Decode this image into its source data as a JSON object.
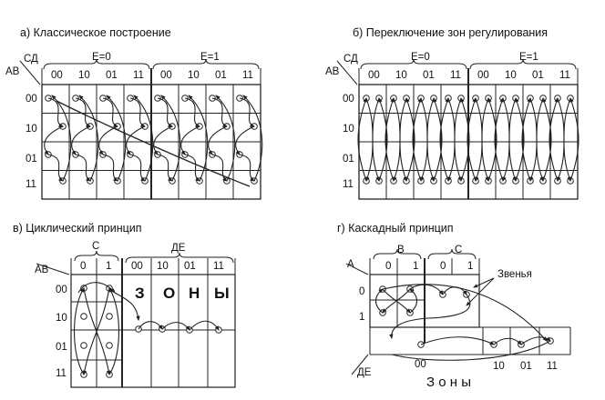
{
  "panel_a": {
    "title": "а) Классическое построение",
    "corner_top": "СД",
    "corner_left": "АВ",
    "group_left": "E=0",
    "group_right": "E=1",
    "cols": [
      "00",
      "10",
      "01",
      "11",
      "00",
      "10",
      "01",
      "11"
    ],
    "rows": [
      "00",
      "10",
      "01",
      "11"
    ]
  },
  "panel_b": {
    "title": "б) Переключение зон регулирования",
    "corner_top": "СД",
    "corner_left": "АВ",
    "group_left": "E=0",
    "group_right": "E=1",
    "cols": [
      "00",
      "10",
      "01",
      "11",
      "00",
      "10",
      "01",
      "11"
    ],
    "rows": [
      "00",
      "10",
      "01",
      "11"
    ]
  },
  "panel_c": {
    "title": "в) Циклический принцип",
    "corner_left": "АВ",
    "group_c": "С",
    "group_de": "ДЕ",
    "cols_c": [
      "0",
      "1"
    ],
    "cols_de": [
      "00",
      "10",
      "01",
      "11"
    ],
    "rows": [
      "00",
      "10",
      "01",
      "11"
    ],
    "zones_letters": [
      "З",
      "О",
      "Н",
      "Ы"
    ]
  },
  "panel_d": {
    "title": "г) Каскадный принцип",
    "corner_left": "А",
    "corner_bottom": "ДЕ",
    "group_b": "В",
    "group_c": "С",
    "cols_b": [
      "0",
      "1"
    ],
    "cols_c": [
      "0",
      "1"
    ],
    "rows": [
      "0",
      "1"
    ],
    "links_label": "Звенья",
    "bottom_labels": [
      "00",
      "10",
      "01",
      "11"
    ],
    "zones_word": "З о н ы"
  }
}
